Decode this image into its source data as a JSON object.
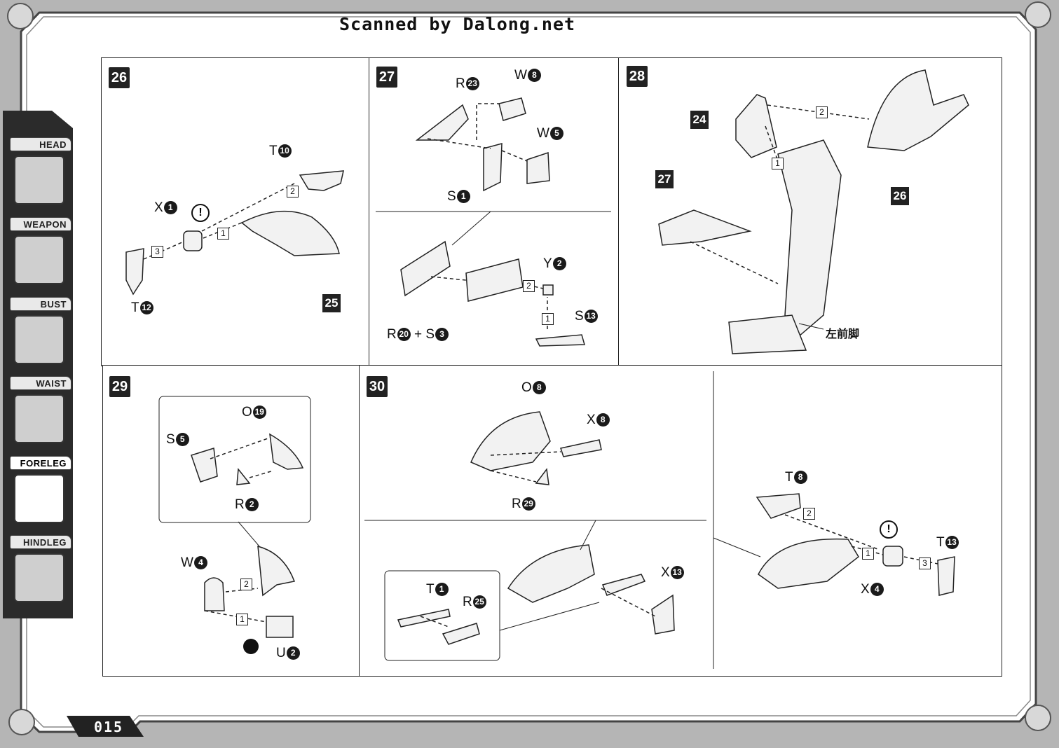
{
  "credit": "Scanned by Dalong.net",
  "page_number": "015",
  "sidebar": {
    "tabs": [
      {
        "label": "HEAD",
        "active": false
      },
      {
        "label": "WEAPON",
        "active": false
      },
      {
        "label": "BUST",
        "active": false
      },
      {
        "label": "WAIST",
        "active": false
      },
      {
        "label": "FORELEG",
        "active": true
      },
      {
        "label": "HINDLEG",
        "active": false
      }
    ]
  },
  "steps": {
    "s26": {
      "num": "26",
      "t10": "10",
      "x1": "1",
      "t12": "12",
      "p25": "25",
      "seq1": "1",
      "seq2": "2",
      "seq3": "3",
      "warn": "!"
    },
    "s27": {
      "num": "27",
      "r23": "23",
      "w8": "8",
      "w5": "5",
      "s1": "1",
      "y2": "2",
      "s13": "13",
      "r20": "20",
      "s3": "3",
      "plus": "+",
      "seq1": "1",
      "seq2": "2"
    },
    "s28": {
      "num": "28",
      "p24": "24",
      "p26": "26",
      "p27": "27",
      "seq1": "1",
      "seq2": "2",
      "kanji": "左前脚"
    },
    "s29": {
      "num": "29",
      "o19": "19",
      "s5": "5",
      "r2": "2",
      "w4": "4",
      "u2": "2",
      "seq1": "1",
      "seq2": "2"
    },
    "s30": {
      "num": "30",
      "o8": "8",
      "x8": "8",
      "r29": "29",
      "t1": "1",
      "r25": "25",
      "x13": "13",
      "t8": "8",
      "t13": "13",
      "x4": "4",
      "seq1": "1",
      "seq2": "2",
      "seq3": "3",
      "warn": "!"
    }
  },
  "letters": {
    "T": "T",
    "X": "X",
    "R": "R",
    "W": "W",
    "S": "S",
    "Y": "Y",
    "O": "O",
    "U": "U"
  }
}
